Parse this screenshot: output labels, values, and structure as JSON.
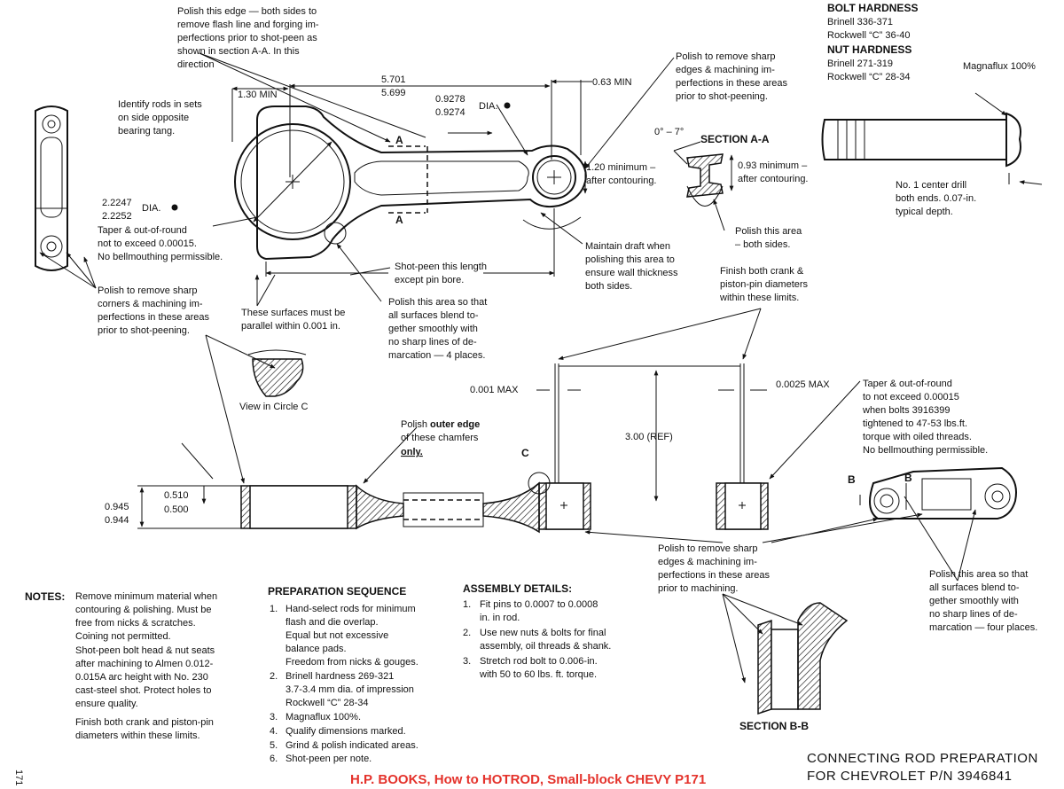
{
  "polish_edge": [
    "Polish this edge — both sides to",
    "remove flash line and forging im-",
    "perfections prior to shot-peen as",
    "shown in section A-A.  In this",
    "direction"
  ],
  "identify_rods": [
    "Identify rods in sets",
    "on side opposite",
    "bearing tang."
  ],
  "dim_1_30": "1.30 MIN",
  "dim_5701": "5.701",
  "dim_5699": "5.699",
  "dim_9278": "0.9278",
  "dim_9274": "0.9274",
  "dia_label": "DIA.",
  "dim_063": "0.63 MIN",
  "polish_sharp_top": [
    "Polish to remove sharp",
    "edges & machining im-",
    "perfections in these areas",
    "prior to shot-peening."
  ],
  "bolt_hardness": {
    "title": "BOLT HARDNESS",
    "l1": "Brinell 336-371",
    "l2": "Rockwell “C” 36-40"
  },
  "nut_hardness": {
    "title": "NUT HARDNESS",
    "l1": "Brinell 271-319",
    "l2": "Rockwell “C” 28-34"
  },
  "magnaflux": "Magnaflux 100%",
  "angle_label": "0° – 7°",
  "section_aa": "SECTION A-A",
  "sec_a": "A",
  "dim_120": [
    "1.20 minimum –",
    "after contouring."
  ],
  "dim_093": [
    "0.93 minimum –",
    "after contouring."
  ],
  "center_drill": [
    "No. 1 center drill",
    "both ends.  0.07-in.",
    "typical depth."
  ],
  "polish_both_sides": [
    "Polish this area",
    "– both sides."
  ],
  "dim_22247": "2.2247",
  "dim_22252": "2.2252",
  "taper_1": [
    "Taper & out-of-round",
    "not to exceed 0.00015.",
    "No bellmouthing permissible."
  ],
  "maintain_draft": [
    "Maintain draft when",
    "polishing this area to",
    "ensure wall thickness",
    "both sides."
  ],
  "shot_peen_length": [
    "Shot-peen this length",
    "except pin bore."
  ],
  "finish_crank": [
    "Finish both crank &",
    "piston-pin diameters",
    "within these limits."
  ],
  "polish_corners": [
    "Polish to remove sharp",
    "corners & machining im-",
    "perfections in these areas",
    "prior to shot-peening."
  ],
  "parallel": [
    "These surfaces must be",
    "parallel within 0.001 in."
  ],
  "polish_blend_4": [
    "Polish this area so that",
    "all surfaces blend to-",
    "gether smoothly with",
    "no sharp lines of de-",
    "marcation — 4 places."
  ],
  "max_0001": "0.001 MAX",
  "max_00025": "0.0025 MAX",
  "taper_2": [
    "Taper & out-of-round",
    "to not exceed 0.00015",
    "when bolts 3916399",
    "tightened to 47-53 lbs.ft.",
    "torque with oiled threads.",
    "No bellmouthing permissible."
  ],
  "view_circle_c": "View in Circle C",
  "polish_outer": {
    "pre": "Polish ",
    "outer": "outer edge",
    "mid": "of these chamfers",
    "only": "only."
  },
  "dim_300": "3.00 (REF)",
  "circle_c": "C",
  "b_label": "B",
  "dim_0945": "0.945",
  "dim_0944": "0.944",
  "dim_0510": "0.510",
  "dim_0500": "0.500",
  "polish_machining": [
    "Polish to remove sharp",
    "edges & machining im-",
    "perfections in these areas",
    "prior to machining."
  ],
  "polish_blend_four": [
    "Polish this area so that",
    "all surfaces blend to-",
    "gether smoothly with",
    "no sharp lines of de-",
    "marcation — four places."
  ],
  "notes": {
    "label": "NOTES:",
    "lines": [
      "Remove minimum material when",
      "contouring & polishing.  Must be",
      "free from nicks & scratches.",
      "Coining not permitted.",
      "Shot-peen bolt head & nut seats",
      "after machining to Almen 0.012-",
      "0.015A arc height with No. 230",
      "cast-steel shot.  Protect holes to",
      "ensure quality.",
      "Finish both crank and piston-pin",
      "diameters within these limits."
    ]
  },
  "prep": {
    "title": "PREPARATION SEQUENCE",
    "items": [
      {
        "n": "1.",
        "t": "Hand-select rods for minimum"
      },
      {
        "n": "",
        "t": "flash and die overlap."
      },
      {
        "n": "",
        "t": "Equal but not excessive"
      },
      {
        "n": "",
        "t": "balance pads."
      },
      {
        "n": "",
        "t": "Freedom from nicks & gouges."
      },
      {
        "n": "2.",
        "t": "Brinell hardness 269-321"
      },
      {
        "n": "",
        "t": "3.7-3.4 mm dia. of impression"
      },
      {
        "n": "",
        "t": "Rockwell “C” 28-34"
      },
      {
        "n": "3.",
        "t": "Magnaflux 100%."
      },
      {
        "n": "4.",
        "t": "Qualify dimensions marked."
      },
      {
        "n": "5.",
        "t": "Grind & polish indicated areas."
      },
      {
        "n": "6.",
        "t": "Shot-peen per note."
      }
    ]
  },
  "assembly": {
    "title": "ASSEMBLY DETAILS:",
    "items": [
      {
        "n": "1.",
        "t": "Fit pins to 0.0007 to 0.0008"
      },
      {
        "n": "",
        "t": "in. in rod."
      },
      {
        "n": "2.",
        "t": "Use new nuts & bolts for final"
      },
      {
        "n": "",
        "t": "assembly, oil threads & shank."
      },
      {
        "n": "3.",
        "t": "Stretch rod bolt to 0.006-in."
      },
      {
        "n": "",
        "t": "with 50 to 60 lbs. ft. torque."
      }
    ]
  },
  "section_bb": "SECTION B-B",
  "page_num": "171",
  "title": [
    "CONNECTING ROD PREPARATION",
    "FOR CHEVROLET P/N 3946841"
  ],
  "credit": "H.P. BOOKS, How to HOTROD, Small-block CHEVY P171"
}
